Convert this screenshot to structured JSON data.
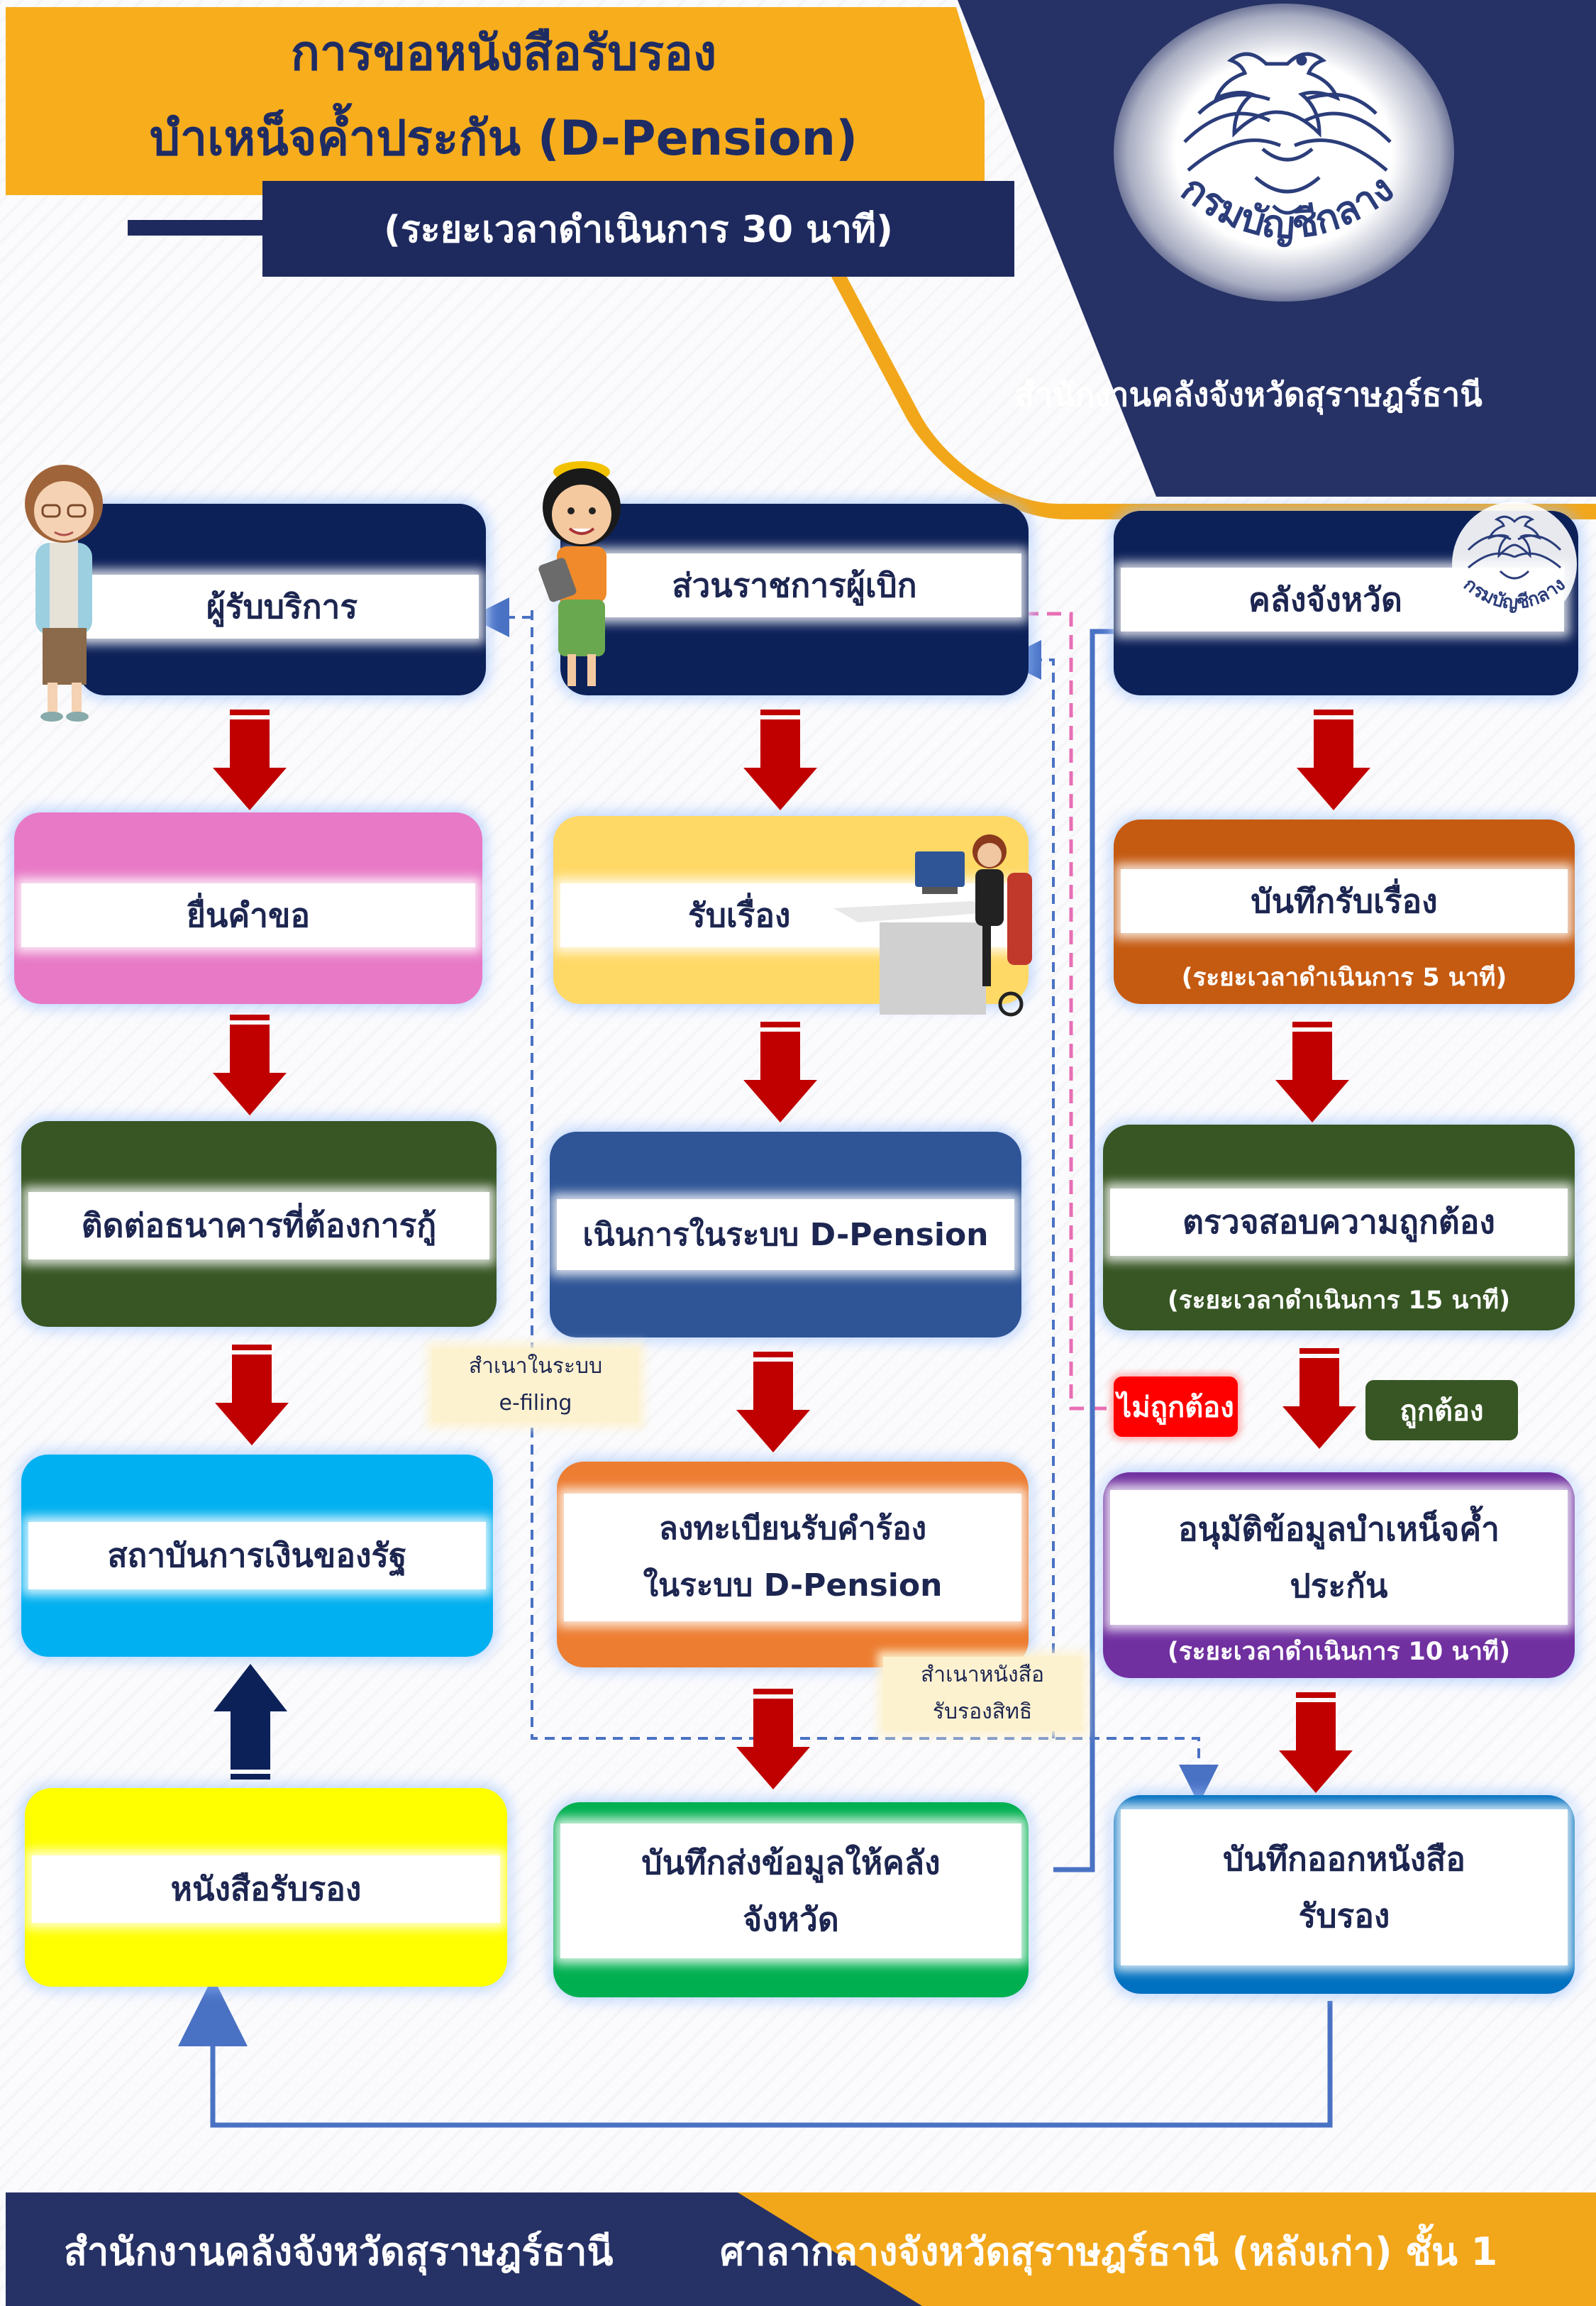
{
  "header": {
    "title_line1": "การขอหนังสือรับรอง",
    "title_line2": "บำเหน็จค้ำประกัน (D-Pension)",
    "duration": "(ระยะเวลาดำเนินการ 30 นาที)",
    "logo_text": "กรมบัญชีกลาง",
    "office": "สำนักงานคลังจังหวัดสุราษฎร์ธานี"
  },
  "columns": {
    "service_user": "ผู้รับบริการ",
    "disbursing_agency": "ส่วนราชการผู้เบิก",
    "provincial_treasury": "คลังจังหวัด",
    "treasury_logo_text": "กรมบัญชีกลาง"
  },
  "steps": {
    "submit_request": "ยื่นคำขอ",
    "contact_bank": "ติดต่อธนาคารที่ต้องการกู้",
    "state_financial_institution": "สถาบันการเงินของรัฐ",
    "certificate": "หนังสือรับรอง",
    "receive_matter": "รับเรื่อง",
    "process_dpension": "เนินการในระบบ D-Pension",
    "register_request_line1": "ลงทะเบียนรับคำร้อง",
    "register_request_line2": "ในระบบ D-Pension",
    "send_to_treasury_line1": "บันทึกส่งข้อมูลให้คลัง",
    "send_to_treasury_line2": "จังหวัด",
    "record_receipt": "บันทึกรับเรื่อง",
    "record_receipt_time": "(ระยะเวลาดำเนินการ 5 นาที)",
    "verify": "ตรวจสอบความถูกต้อง",
    "verify_time": "(ระยะเวลาดำเนินการ 15 นาที)",
    "approve_line1": "อนุมัติข้อมูลบำเหน็จค้ำ",
    "approve_line2": "ประกัน",
    "approve_time": "(ระยะเวลาดำเนินการ 10 นาที)",
    "issue_certificate_line1": "บันทึกออกหนังสือ",
    "issue_certificate_line2": "รับรอง"
  },
  "labels": {
    "incorrect": "ไม่ถูกต้อง",
    "correct": "ถูกต้อง",
    "efiling_line1": "สำเนาในระบบ",
    "efiling_line2": "e-filing",
    "copy_cert_line1": "สำเนาหนังสือ",
    "copy_cert_line2": "รับรองสิทธิ"
  },
  "footer": {
    "office": "สำนักงานคลังจังหวัดสุราษฎร์ธานี",
    "location": "ศาลากลางจังหวัดสุราษฎร์ธานี (หลังเก่า) ชั้น 1"
  },
  "colors": {
    "navy": "#0d2159",
    "pink": "#e879c6",
    "dark_green": "#375623",
    "sky_blue": "#00b0f0",
    "yellow": "#ffff00",
    "light_yellow": "#ffd966",
    "mid_blue": "#2f5597",
    "orange": "#ed7d31",
    "green": "#00b050",
    "brown_orange": "#c55a11",
    "purple": "#7030a0",
    "blue": "#0070c0",
    "red": "#ff0000",
    "gold": "#f7ad1c",
    "arrow_red": "#c00000"
  }
}
